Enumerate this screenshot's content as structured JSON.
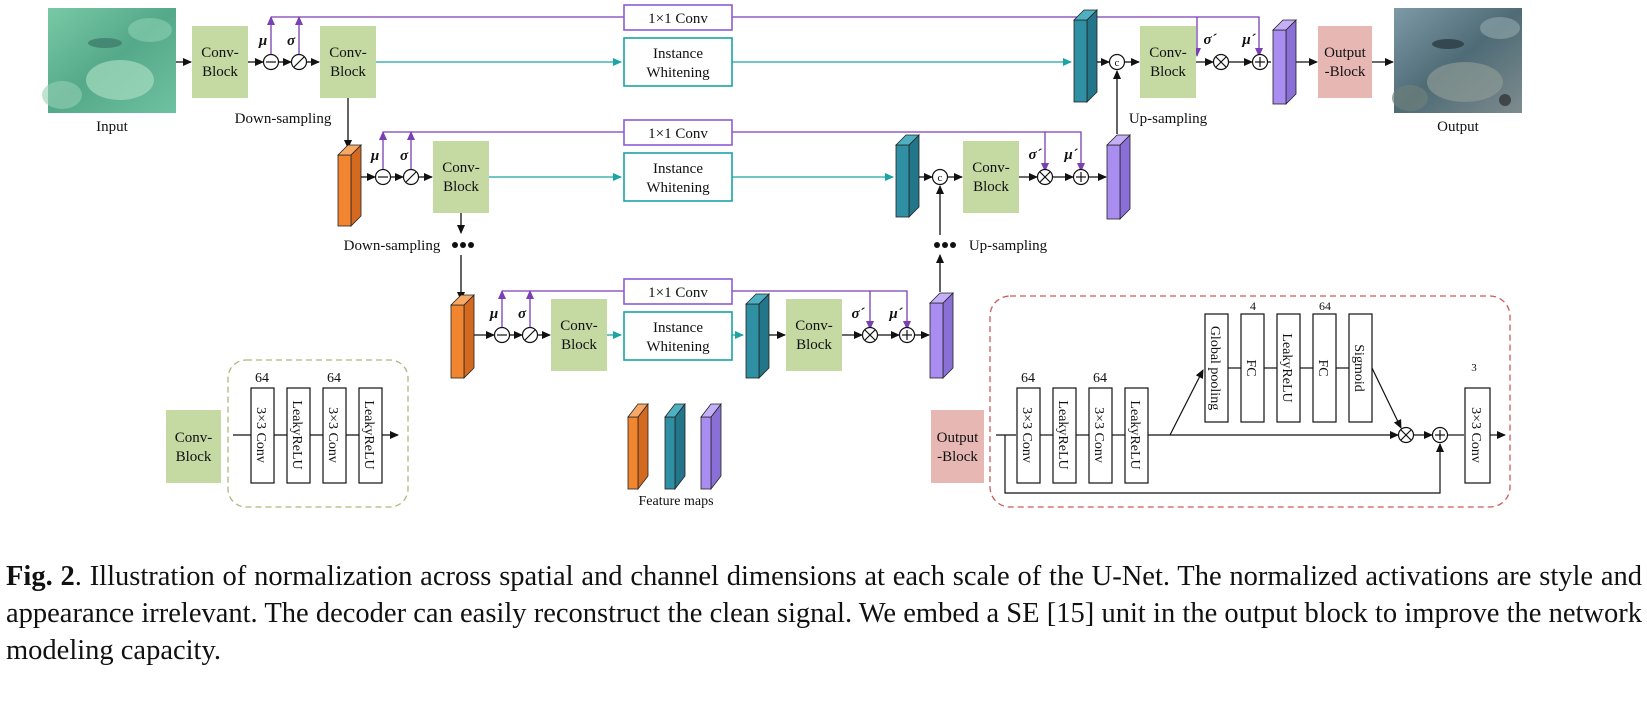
{
  "labels": {
    "input": "Input",
    "output": "Output",
    "conv_block": "Conv-\nBlock",
    "output_block": "Output\n-Block",
    "conv1x1": "1×1 Conv",
    "instance_whitening": "Instance\nWhitening",
    "down_sampling": "Down-sampling",
    "up_sampling": "Up-sampling",
    "mu": "μ",
    "sigma": "σ",
    "sigma_prime": "σ´",
    "mu_prime": "μ´",
    "concat": "c",
    "feature_maps": "Feature maps"
  },
  "conv_block_detail": {
    "label": "Conv-\nBlock",
    "layers": [
      "3×3 Conv",
      "LeakyReLU",
      "3×3 Conv",
      "LeakyReLU"
    ],
    "channels": [
      "64",
      "64"
    ]
  },
  "output_block_detail": {
    "label": "Output\n-Block",
    "layers": [
      "3×3 Conv",
      "LeakyReLU",
      "3×3 Conv",
      "LeakyReLU"
    ],
    "channels": [
      "64",
      "64"
    ],
    "se_layers": [
      "Global pooling",
      "FC",
      "LeakyReLU",
      "FC",
      "Sigmoid"
    ],
    "se_channels": [
      "4",
      "64"
    ],
    "final_layer": "3×3 Conv",
    "final_channels": "3"
  },
  "colors": {
    "conv_block": "#c5d9a3",
    "output_block": "#e7b7b4",
    "orange": "#f28530",
    "teal": "#2f8fa3",
    "violet": "#a98df0",
    "purple_line": "#7a3fb3",
    "teal_line": "#1ca3a3",
    "conv_dash": "#b3b37a",
    "output_dash": "#cc5a5a"
  },
  "caption": {
    "lead": "Fig. 2",
    "text": ". Illustration of normalization across spatial and channel dimensions at each scale of the U-Net. The normalized activations are style and appearance irrelevant. The decoder can easily reconstruct the clean signal. We embed a SE [15] unit in the output block to improve the network modeling capacity."
  }
}
